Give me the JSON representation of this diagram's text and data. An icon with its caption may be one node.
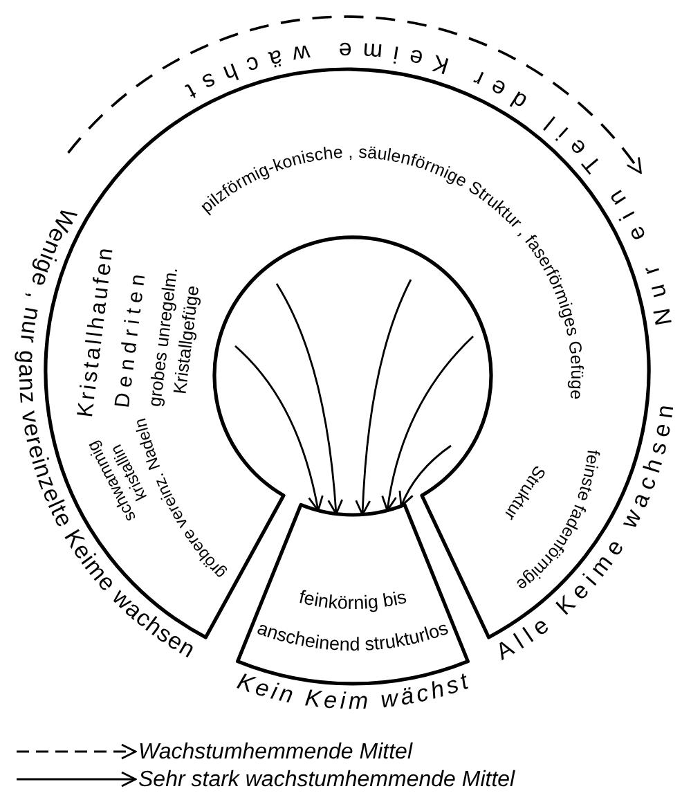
{
  "diagram": {
    "nodes": [
      {
        "text": [
          "pilzförmig-konische , säulenförmige Struktur , faserförmiges Gefüge",
          "Kristallhaufen",
          "Dendriten",
          "grobes unregelm. Kristallgefüge",
          "schwammig kristallin",
          "gröbere vereinz. Nadeln",
          "feinste fadenförmige Struktur",
          "Wenige , nur ganz vereinzelte Keime wachsen",
          "Nur ein Teil der Keime wächst",
          "Alle Keime wachsen"
        ]
      },
      {
        "text": [
          "feinkörnig bis anscheinend strukturlos"
        ],
        "beside": [
          "Kein Keim wächst"
        ]
      }
    ],
    "edges": [
      {
        "from": 0,
        "to": 1,
        "arrow": "to"
      },
      {
        "from": 0,
        "to": 1,
        "arrow": "to"
      },
      {
        "from": 0,
        "to": 1,
        "arrow": "to"
      },
      {
        "from": 0,
        "to": 1,
        "arrow": "to"
      },
      {
        "from": 0,
        "to": 1,
        "arrow": "to"
      }
    ],
    "legend": [
      {
        "text": "Wachstumhemmende Mittel"
      },
      {
        "text": "Sehr stark wachstumhemmende Mittel"
      }
    ]
  }
}
